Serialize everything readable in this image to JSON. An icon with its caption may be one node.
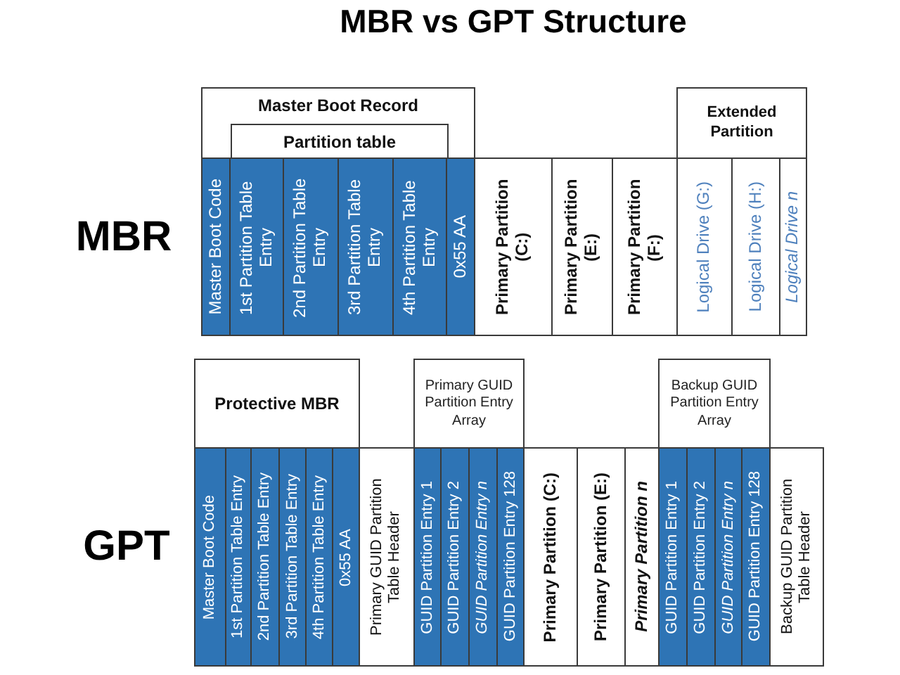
{
  "diagram": {
    "title": "MBR vs GPT Structure",
    "nodes": [
      {
        "text": [
          "Master Boot Record"
        ]
      },
      {
        "text": [
          "Partition table"
        ],
        "in": 0
      },
      {
        "text": [
          "Extended Partition"
        ]
      },
      {
        "text": [
          "Master Boot Code"
        ]
      },
      {
        "text": [
          "1st Partition Table Entry"
        ]
      },
      {
        "text": [
          "2nd Partition Table Entry"
        ]
      },
      {
        "text": [
          "3rd Partition Table Entry"
        ]
      },
      {
        "text": [
          "4th Partition Table Entry"
        ]
      },
      {
        "text": [
          "0x55 AA"
        ]
      },
      {
        "text": [
          "Primary Partition (C:)"
        ]
      },
      {
        "text": [
          "Primary Partition (E:)"
        ]
      },
      {
        "text": [
          "Primary Partition (F:)"
        ]
      },
      {
        "text": [
          "Logical Drive (G:)"
        ]
      },
      {
        "text": [
          "Logical Drive (H:)"
        ]
      },
      {
        "text": [
          "Logical Drive n"
        ]
      },
      {
        "text": [
          "Protective MBR"
        ]
      },
      {
        "text": [
          "Primary GUID Partition Entry Array"
        ]
      },
      {
        "text": [
          "Backup GUID Partition Entry Array"
        ]
      },
      {
        "text": [
          "Master Boot Code"
        ]
      },
      {
        "text": [
          "1st Partition Table Entry"
        ]
      },
      {
        "text": [
          "2nd Partition Table Entry"
        ]
      },
      {
        "text": [
          "3rd Partition Table Entry"
        ]
      },
      {
        "text": [
          "4th Partition Table Entry"
        ]
      },
      {
        "text": [
          "0x55 AA"
        ]
      },
      {
        "text": [
          "Primary GUID Partition Table Header"
        ]
      },
      {
        "text": [
          "GUID Partition Entry 1"
        ]
      },
      {
        "text": [
          "GUID Partition Entry 2"
        ]
      },
      {
        "text": [
          "GUID Partition Entry n"
        ]
      },
      {
        "text": [
          "GUID Partition Entry 128"
        ]
      },
      {
        "text": [
          "Primary Partition (C:)"
        ]
      },
      {
        "text": [
          "Primary Partition (E:)"
        ]
      },
      {
        "text": [
          "Primary Partition n"
        ]
      },
      {
        "text": [
          "GUID Partition Entry 1"
        ]
      },
      {
        "text": [
          "GUID Partition Entry 2"
        ]
      },
      {
        "text": [
          "GUID Partition Entry n"
        ]
      },
      {
        "text": [
          "GUID Partition Entry 128"
        ]
      },
      {
        "text": [
          "Backup GUID Partition Table Header"
        ]
      }
    ],
    "labels": [
      "MBR",
      "GPT"
    ]
  }
}
